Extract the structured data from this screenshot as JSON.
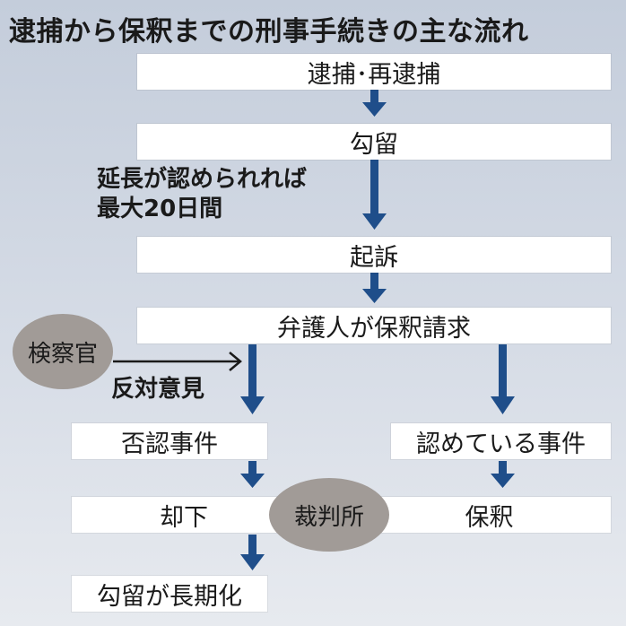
{
  "title": "逮捕から保釈までの刑事手続きの主な流れ",
  "nodes": {
    "arrest": "逮捕･再逮捕",
    "detention": "勾留",
    "indictment": "起訴",
    "bail_request": "弁護人が保釈請求",
    "denied_case": "否認事件",
    "admitted_case": "認めている事件",
    "rejected": "却下",
    "bail": "保釈",
    "long_detention": "勾留が長期化"
  },
  "notes": {
    "extension_line1": "延長が認められれば",
    "extension_line2": "最大20日間",
    "objection": "反対意見"
  },
  "actors": {
    "prosecutor": "検察官",
    "court": "裁判所"
  },
  "colors": {
    "arrow": "#1f4e8a",
    "box": "#ffffff",
    "actor_ellipse": "#a19b97"
  }
}
